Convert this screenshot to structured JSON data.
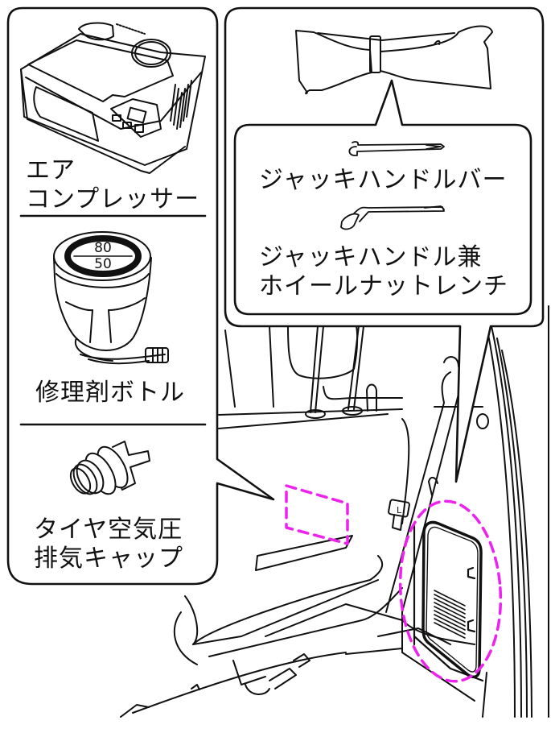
{
  "title": "タイヤパンク応急修理キット・車載工具の収納位置",
  "left_callout": {
    "items": [
      {
        "name": "air-compressor",
        "label_lines": [
          "エア",
          "コンプレッサー"
        ]
      },
      {
        "name": "repair-bottle",
        "label_lines": [
          "修理剤ボトル"
        ],
        "dial_values": [
          "80",
          "50"
        ]
      },
      {
        "name": "valve-cap",
        "label_lines": [
          "タイヤ空気圧",
          "排気キャップ"
        ]
      }
    ]
  },
  "right_callout": {
    "bag_label": "",
    "items": [
      {
        "name": "jack-handle-bar",
        "label_lines": [
          "ジャッキハンドルバー"
        ]
      },
      {
        "name": "jack-handle-wrench",
        "label_lines": [
          "ジャッキハンドル兼",
          "ホイールナットレンチ"
        ]
      }
    ]
  },
  "vehicle_detail": {
    "belt_tag": "L"
  },
  "colors": {
    "line": "#111111",
    "highlight": "#ee22ee",
    "background": "#ffffff"
  }
}
